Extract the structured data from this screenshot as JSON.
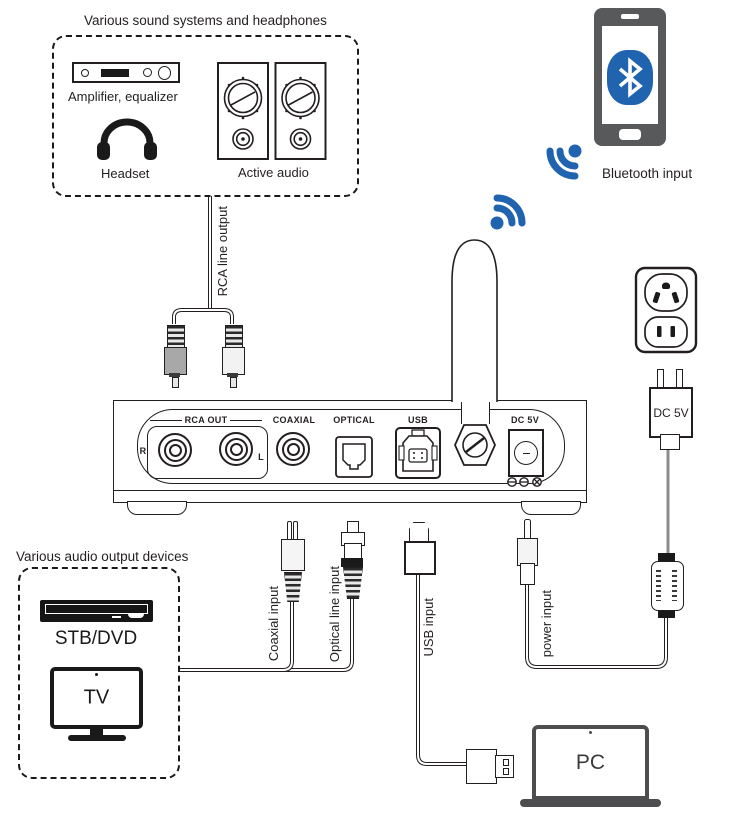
{
  "titles": {
    "sound_box": "Various sound systems and headphones",
    "output_box": "Various audio output devices"
  },
  "sound_box": {
    "amplifier_label": "Amplifier, equalizer",
    "headset_label": "Headset",
    "speakers_label": "Active audio"
  },
  "bluetooth": {
    "label": "Bluetooth input"
  },
  "device_panel": {
    "rca_out": "RCA OUT",
    "rca_right": "R",
    "rca_left": "L",
    "coaxial": "COAXIAL",
    "optical": "OPTICAL",
    "usb": "USB",
    "dc": "DC 5V"
  },
  "cable_labels": {
    "rca": "RCA line output",
    "coaxial": "Coaxial input",
    "optical": "Optical line input",
    "usb": "USB input",
    "power": "power input"
  },
  "power": {
    "adapter_label": "DC 5V"
  },
  "output_box": {
    "stb_label": "STB/DVD",
    "tv_label": "TV"
  },
  "pc": {
    "label": "PC"
  },
  "icons": {
    "bluetooth-icon": "blue rounded oval with white bluetooth rune",
    "wifi-signal-icon": "blue dot with two radiating arcs",
    "headphones-icon": "black headband with two ear cups",
    "speaker-icon": "cabinet with woofer and tweeter",
    "amplifier-icon": "rack unit with knobs and display bar",
    "outlet-icon": "US duplex wall outlet",
    "tv-icon": "flat screen on stand",
    "dvd-icon": "slim disc player",
    "laptop-icon": "notebook computer",
    "antenna-icon": "bluetooth receiver antenna"
  },
  "colors": {
    "accent_blue": "#2063ae",
    "line_black": "#231f20",
    "device_gray": "#58595b"
  }
}
